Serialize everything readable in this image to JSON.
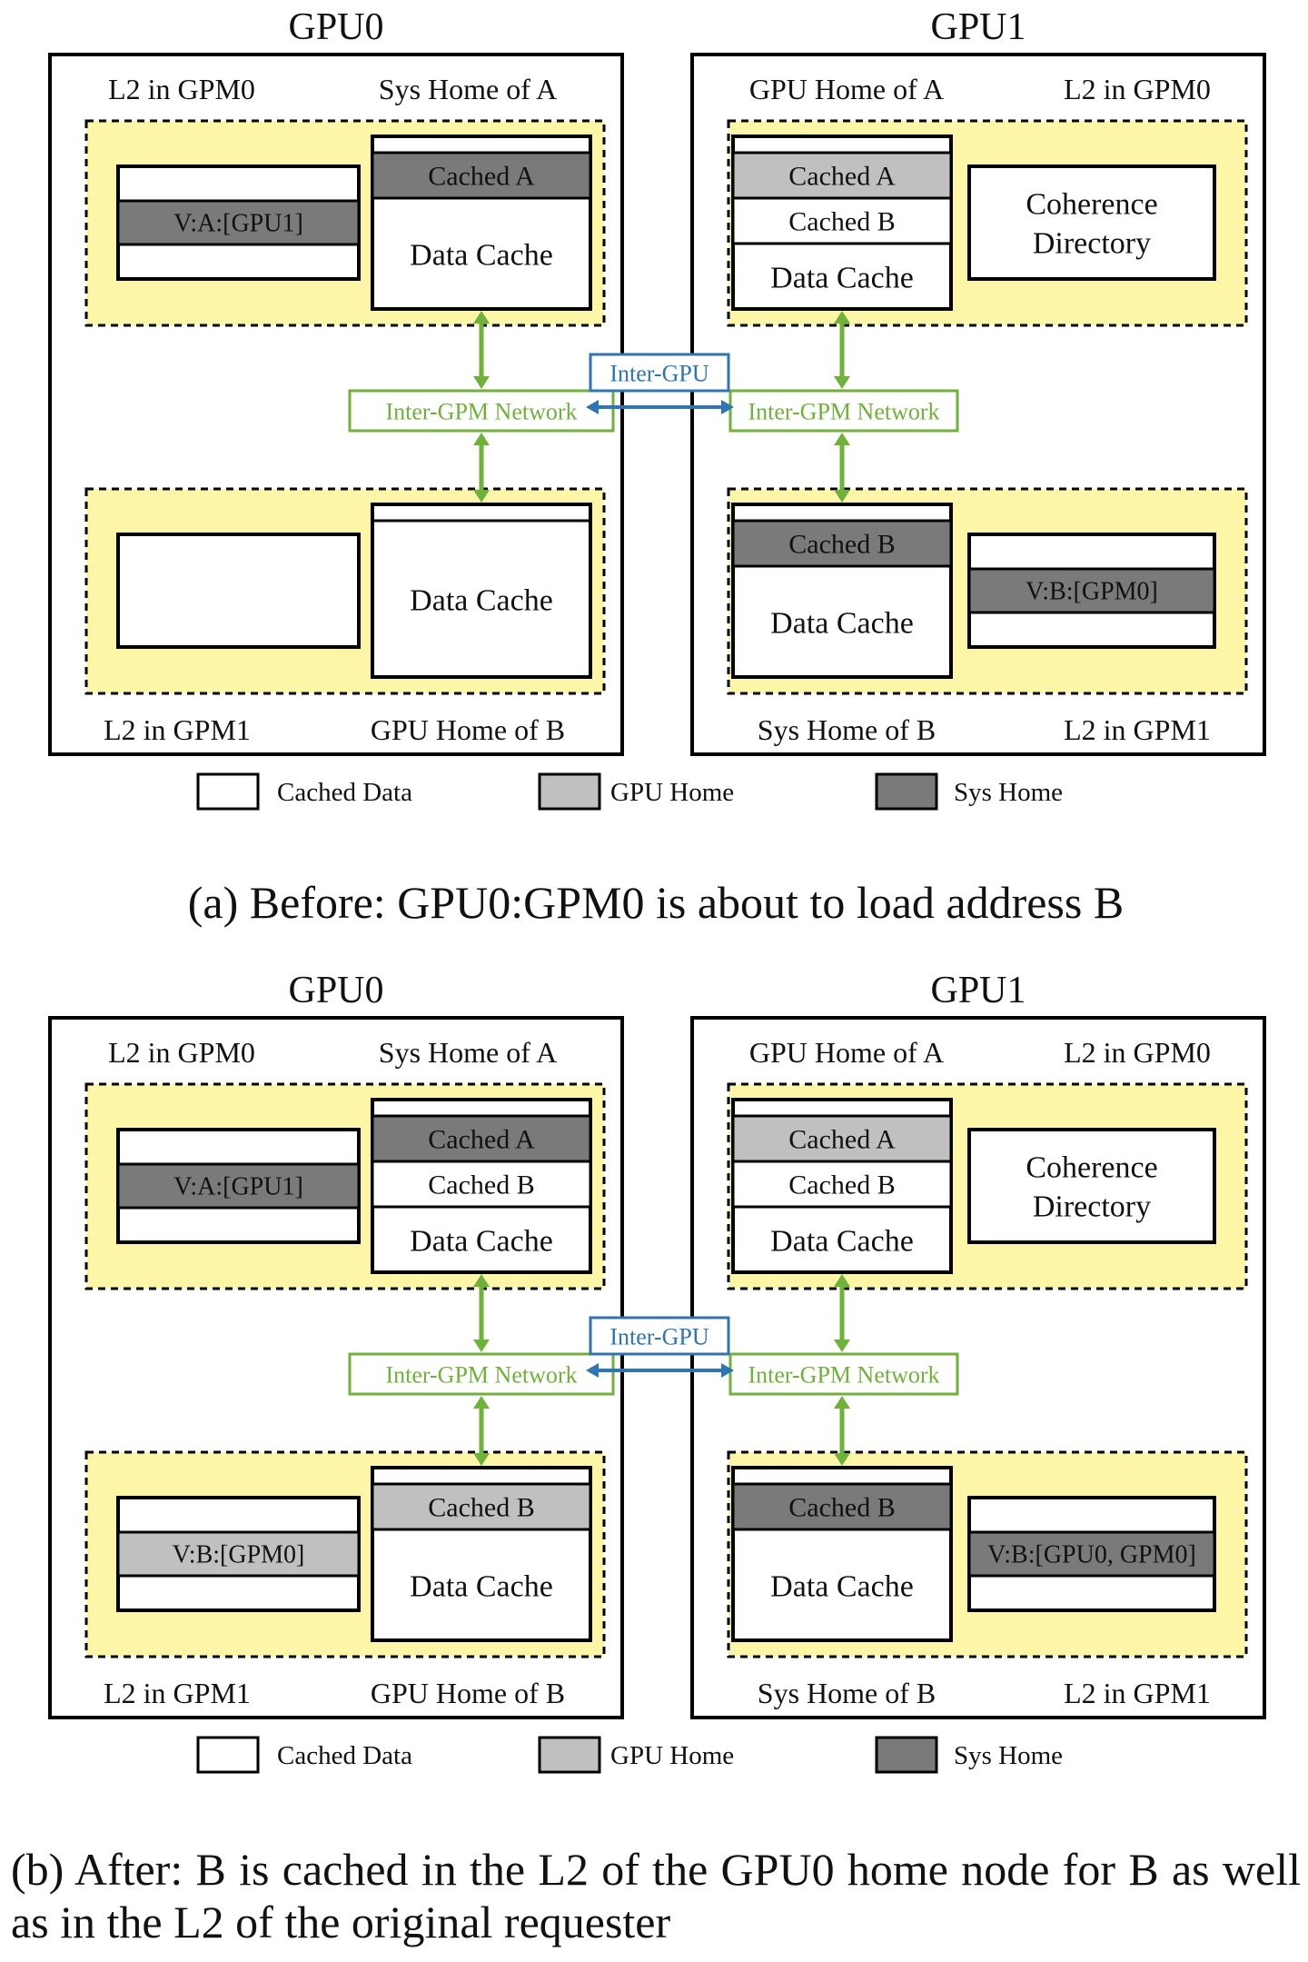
{
  "colors": {
    "sys_home": "#7a7a7a",
    "gpu_home": "#c0c0c0",
    "cached_data": "#ffffff",
    "l2_region": "#fdf6a6",
    "inter_gpm": "#6fb23a",
    "inter_gpu": "#2f74b5"
  },
  "panels": [
    {
      "caption": "(a) Before: GPU0:GPM0 is about to load address B",
      "gpu0": {
        "title": "GPU0",
        "top_left": "L2 in GPM0",
        "top_right": "Sys Home of A",
        "bottom_left": "L2 in GPM1",
        "bottom_right": "GPU Home of B",
        "top_cache": [
          {
            "label": "Cached A",
            "kind": "sys"
          }
        ],
        "top_dir": {
          "label": "V:A:[GPU1]",
          "kind": "sys"
        },
        "bottom_cache": [],
        "bottom_dir": null,
        "data_cache": "Data Cache",
        "network": "Inter-GPM Network"
      },
      "gpu1": {
        "title": "GPU1",
        "top_left": "GPU Home of A",
        "top_right": "L2 in GPM0",
        "bottom_left": "Sys Home of B",
        "bottom_right": "L2 in GPM1",
        "top_cache": [
          {
            "label": "Cached A",
            "kind": "gpu"
          },
          {
            "label": "Cached B",
            "kind": "data"
          }
        ],
        "coherence": [
          "Coherence",
          "Directory"
        ],
        "bottom_cache": [
          {
            "label": "Cached B",
            "kind": "sys"
          }
        ],
        "bottom_dir": {
          "label": "V:B:[GPM0]",
          "kind": "sys"
        },
        "data_cache": "Data Cache",
        "network": "Inter-GPM Network"
      },
      "inter_gpu": "Inter-GPU",
      "legend": [
        "Cached Data",
        "GPU Home",
        "Sys Home"
      ]
    },
    {
      "caption": "(b) After: B is cached in the L2 of the GPU0 home node for B as well as in the L2 of the original requester",
      "gpu0": {
        "title": "GPU0",
        "top_left": "L2 in GPM0",
        "top_right": "Sys Home of A",
        "bottom_left": "L2 in GPM1",
        "bottom_right": "GPU Home of B",
        "top_cache": [
          {
            "label": "Cached A",
            "kind": "sys"
          },
          {
            "label": "Cached B",
            "kind": "data"
          }
        ],
        "top_dir": {
          "label": "V:A:[GPU1]",
          "kind": "sys"
        },
        "bottom_cache": [
          {
            "label": "Cached B",
            "kind": "gpu"
          }
        ],
        "bottom_dir": {
          "label": "V:B:[GPM0]",
          "kind": "gpu"
        },
        "data_cache": "Data Cache",
        "network": "Inter-GPM Network"
      },
      "gpu1": {
        "title": "GPU1",
        "top_left": "GPU Home of A",
        "top_right": "L2 in GPM0",
        "bottom_left": "Sys Home of B",
        "bottom_right": "L2 in GPM1",
        "top_cache": [
          {
            "label": "Cached A",
            "kind": "gpu"
          },
          {
            "label": "Cached B",
            "kind": "data"
          }
        ],
        "coherence": [
          "Coherence",
          "Directory"
        ],
        "bottom_cache": [
          {
            "label": "Cached B",
            "kind": "sys"
          }
        ],
        "bottom_dir": {
          "label": "V:B:[GPU0, GPM0]",
          "kind": "sys"
        },
        "data_cache": "Data Cache",
        "network": "Inter-GPM Network"
      },
      "inter_gpu": "Inter-GPU",
      "legend": [
        "Cached Data",
        "GPU Home",
        "Sys Home"
      ]
    }
  ]
}
